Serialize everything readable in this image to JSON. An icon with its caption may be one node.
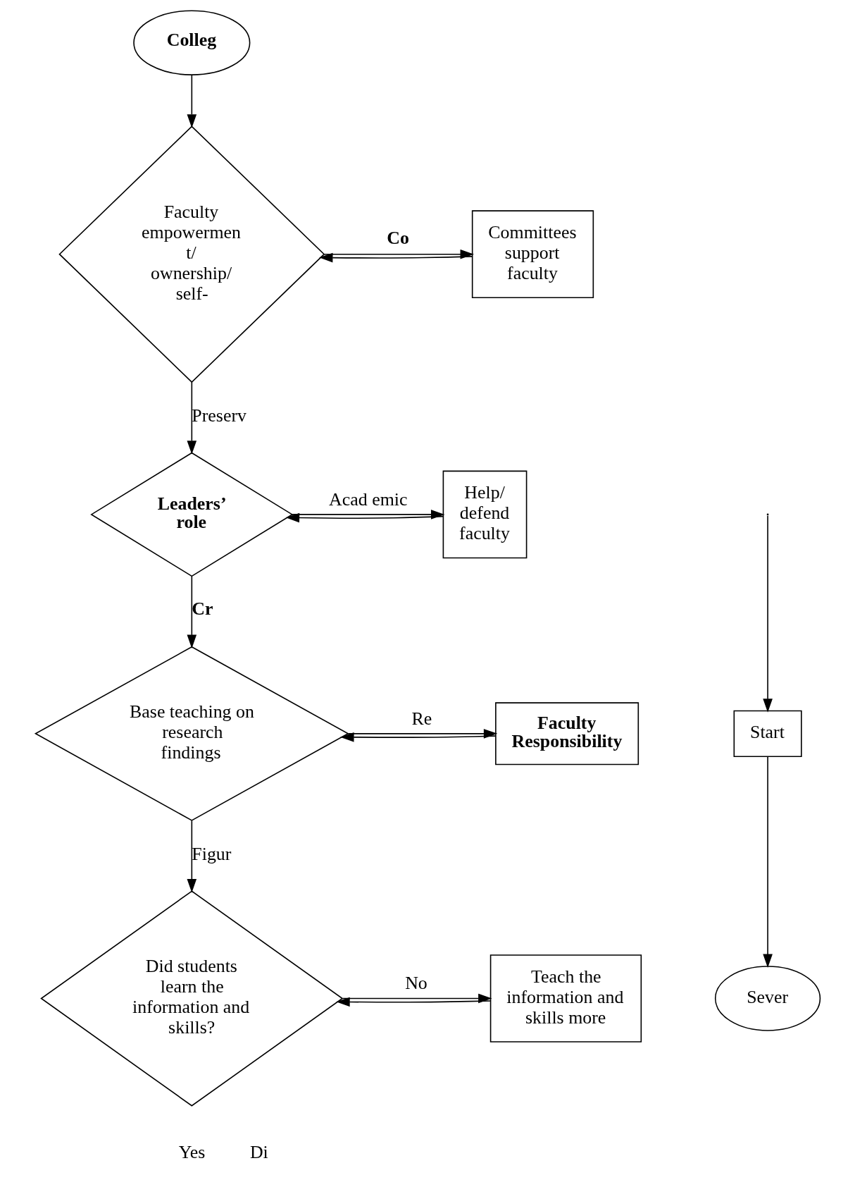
{
  "diagram": {
    "nodes": [
      {
        "text": [
          "Colleg"
        ]
      },
      {
        "text": [
          "Faculty empowermen t/ ownership/ self-"
        ]
      },
      {
        "text": [
          "Committees support faculty"
        ]
      },
      {
        "text": [
          "Leaders’ role"
        ]
      },
      {
        "text": [
          "Help/ defend faculty"
        ]
      },
      {
        "text": [
          "Base teaching on research findings"
        ]
      },
      {
        "text": [
          "Faculty Responsibility"
        ]
      },
      {
        "text": [
          "Did students learn the information and skills?"
        ]
      },
      {
        "text": [
          "Teach the information and skills more"
        ]
      },
      {
        "text": [
          "Sever"
        ]
      },
      {
        "text": [
          "Start"
        ]
      }
    ],
    "edges": [
      {
        "from": 0,
        "to": 1,
        "arrow": "to"
      },
      {
        "from": 1,
        "to": 2,
        "arrow": "to",
        "label": "Co"
      },
      {
        "from": 2,
        "to": 1,
        "arrow": "to"
      },
      {
        "from": 1,
        "to": 3,
        "arrow": "to",
        "label": "Preserv"
      },
      {
        "from": 3,
        "to": 4,
        "arrow": "to",
        "label": "Acad emic"
      },
      {
        "from": 4,
        "to": 3,
        "arrow": "to"
      },
      {
        "from": 3,
        "to": 5,
        "arrow": "to",
        "label": "Cr"
      },
      {
        "from": 5,
        "to": 6,
        "arrow": "to",
        "label": "Re"
      },
      {
        "from": 6,
        "to": 5,
        "arrow": "to"
      },
      {
        "from": 5,
        "to": 7,
        "arrow": "to",
        "label": "Figur"
      },
      {
        "from": 7,
        "to": 8,
        "arrow": "to",
        "label": "No"
      },
      {
        "from": 8,
        "to": 7,
        "arrow": "to"
      },
      {
        "from": 10,
        "to": 9,
        "arrow": "to"
      },
      {
        "from": null,
        "to": 10,
        "arrow": "to"
      }
    ],
    "labels": [
      "Yes",
      "Di"
    ]
  }
}
